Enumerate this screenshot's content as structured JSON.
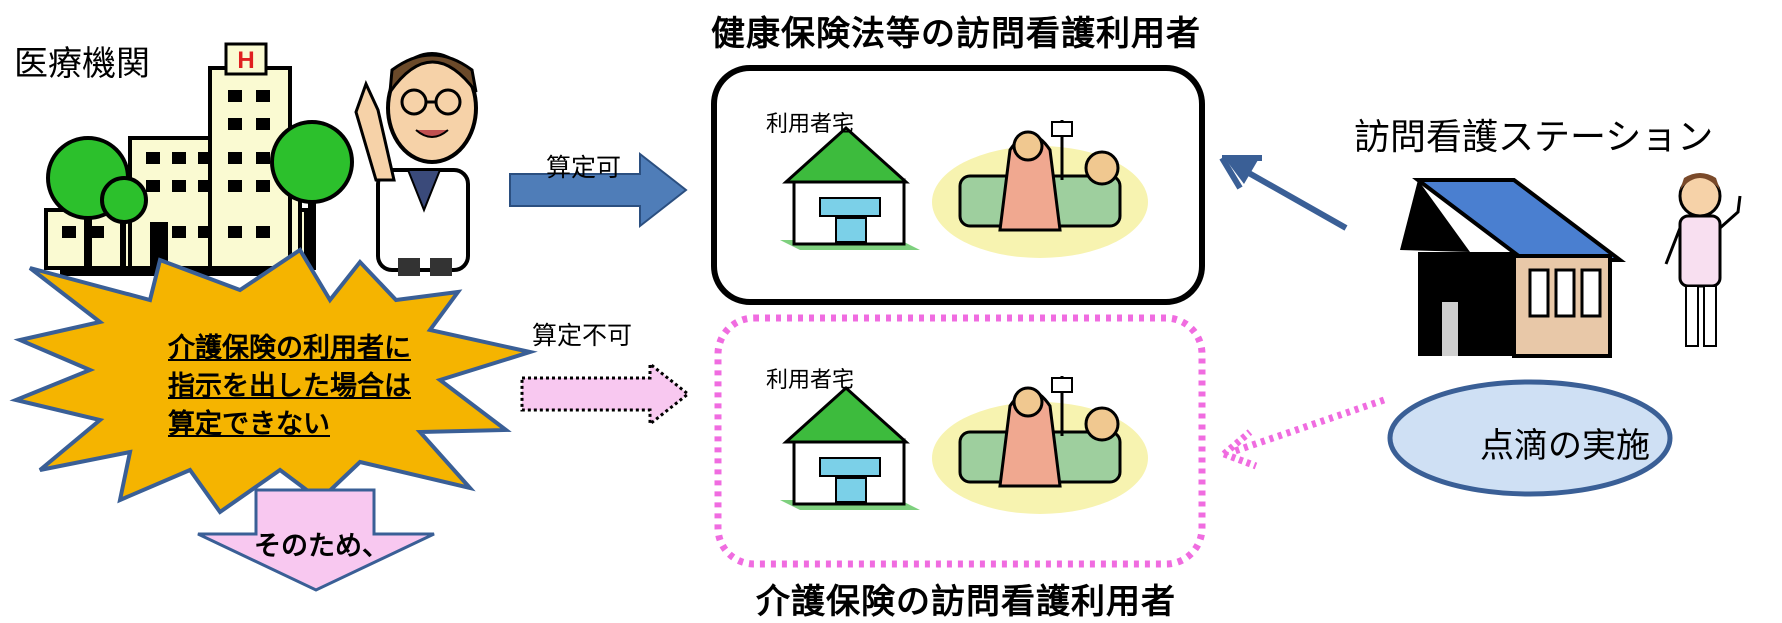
{
  "titles": {
    "top": "健康保険法等の訪問看護利用者",
    "bottom": "介護保険の訪問看護利用者"
  },
  "hospital": {
    "label": "医療機関",
    "sign": "H"
  },
  "station": {
    "label": "訪問看護ステーション",
    "action": "点滴の実施"
  },
  "arrows": {
    "allowed_label": "算定可",
    "not_allowed_label": "算定不可"
  },
  "boxes": {
    "top_home_label": "利用者宅",
    "bottom_home_label": "利用者宅"
  },
  "warning": {
    "lines": [
      "介護保険の利用者に",
      "指示を出した場合は",
      "算定できない"
    ]
  },
  "down_arrow": {
    "label": "そのため、"
  },
  "colors": {
    "burst": "#f5b400",
    "arrow_blue": "#4f7db8",
    "pink": "#f06ce0",
    "pink_fill": "#f8c8f0",
    "ellipse_fill": "#cfe0f4",
    "ellipse_stroke": "#3a5f96",
    "roof_green": "#3dbb3d",
    "roof_blue": "#4a7fd0",
    "tree": "#2cc02c",
    "building": "#fafad2"
  }
}
